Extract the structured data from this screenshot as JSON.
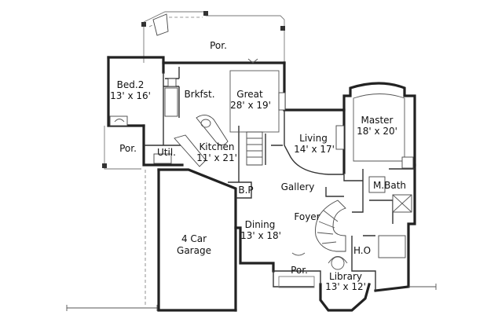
{
  "rooms": {
    "porch_top": {
      "name": "Por.",
      "size": ""
    },
    "bed2": {
      "name": "Bed.2",
      "size": "13' x 16'"
    },
    "brkfst": {
      "name": "Brkfst.",
      "size": ""
    },
    "great": {
      "name": "Great",
      "size": "28' x 19'"
    },
    "master": {
      "name": "Master",
      "size": "18' x 20'"
    },
    "living": {
      "name": "Living",
      "size": "14' x 17'"
    },
    "kitchen": {
      "name": "Kitchen",
      "size": "11' x 21'"
    },
    "porch_left": {
      "name": "Por.",
      "size": ""
    },
    "util": {
      "name": "Util.",
      "size": ""
    },
    "gallery": {
      "name": "Gallery",
      "size": ""
    },
    "mbath": {
      "name": "M.Bath",
      "size": ""
    },
    "bp": {
      "name": "B.P",
      "size": ""
    },
    "foyer": {
      "name": "Foyer",
      "size": ""
    },
    "dining": {
      "name": "Dining",
      "size": "13' x 18'"
    },
    "garage": {
      "name": "4 Car",
      "size": "Garage"
    },
    "ho": {
      "name": "H.O",
      "size": ""
    },
    "porch_front": {
      "name": "Por.",
      "size": ""
    },
    "library": {
      "name": "Library",
      "size": "13' x 12'"
    }
  }
}
